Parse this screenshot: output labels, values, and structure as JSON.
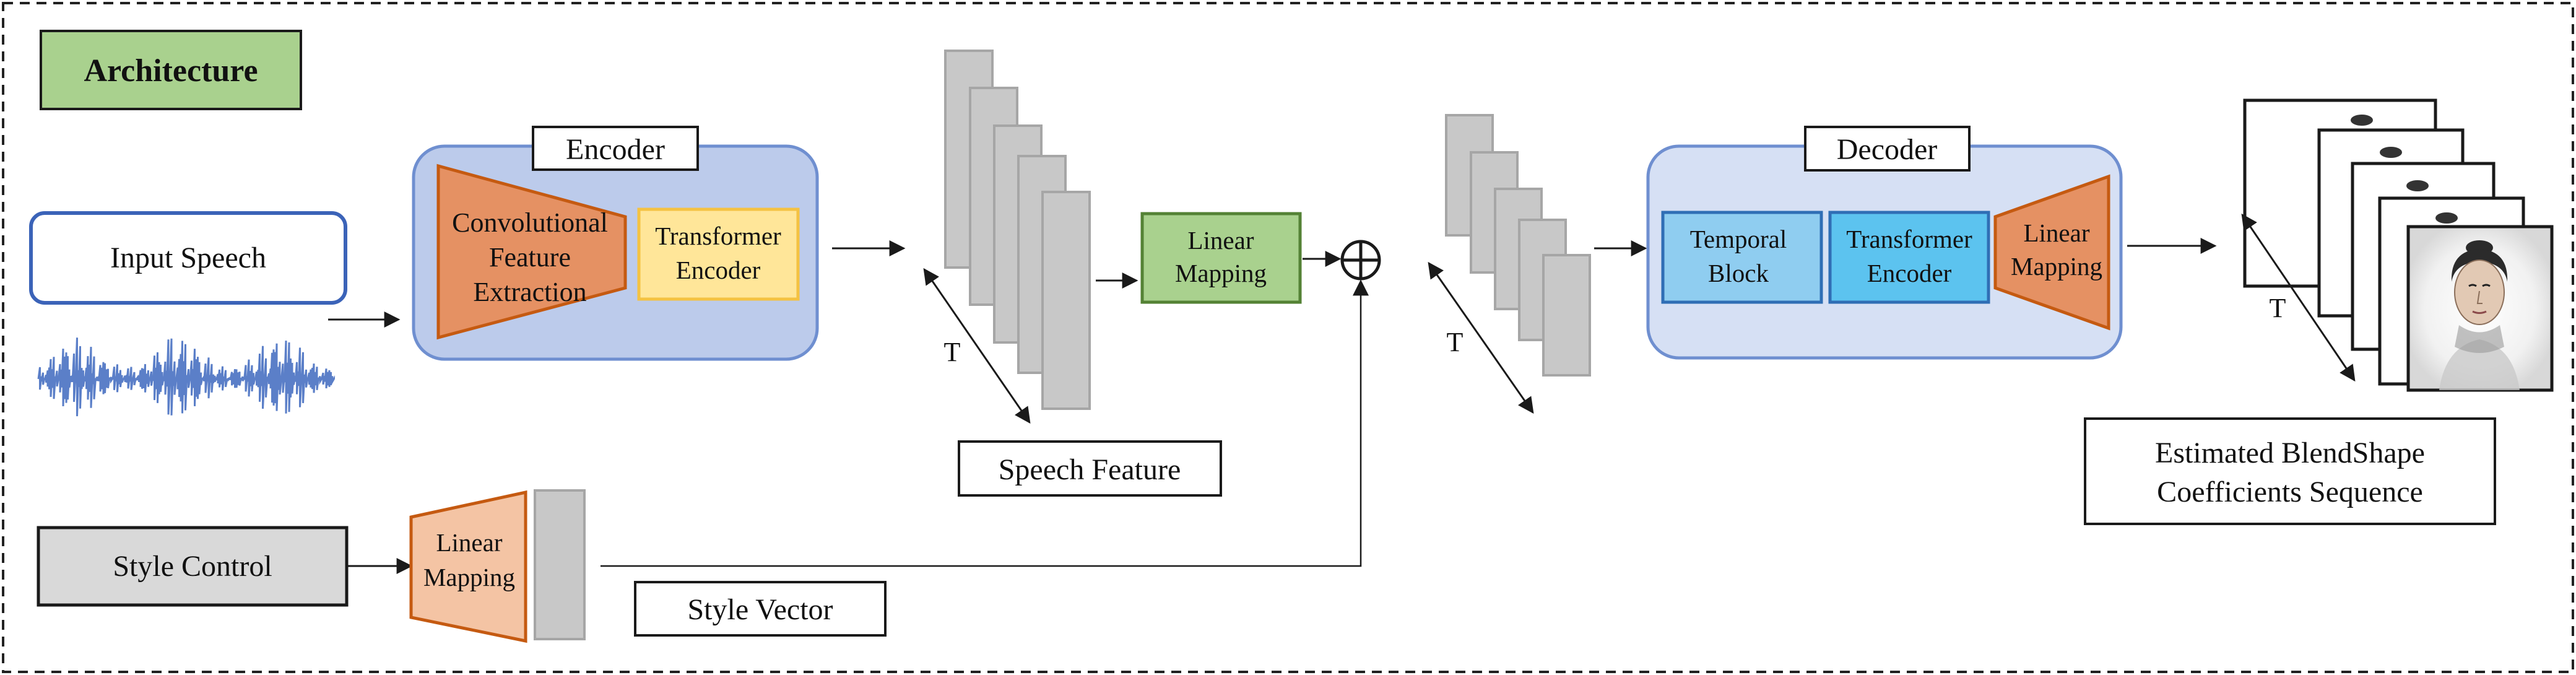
{
  "title": "Architecture",
  "input_speech": "Input Speech",
  "style_control": "Style Control",
  "encoder": {
    "label": "Encoder",
    "conv_lines": [
      "Convolutional",
      "Feature",
      "Extraction"
    ],
    "transformer_lines": [
      "Transformer",
      "Encoder"
    ]
  },
  "linear_mapping_lines": [
    "Linear",
    "Mapping"
  ],
  "speech_feature": "Speech Feature",
  "style_vector": "Style Vector",
  "time_label": "T",
  "decoder": {
    "label": "Decoder",
    "temporal_lines": [
      "Temporal",
      "Block"
    ],
    "transformer_lines": [
      "Transformer",
      "Encoder"
    ],
    "linear_lines": [
      "Linear",
      "Mapping"
    ]
  },
  "output_lines": [
    "Estimated BlendShape",
    "Coefficients Sequence"
  ],
  "colors": {
    "title_bg": "#a9d18e",
    "encoder_bg": "#bccbeb",
    "encoder_border": "#6f8fd0",
    "conv_fill": "#e59163",
    "conv_border": "#c55a11",
    "transformer_fill": "#ffe699",
    "transformer_border": "#f4c242",
    "linear_fill": "#a9d18e",
    "linear_border": "#548235",
    "feature_fill": "#c8c8c8",
    "feature_border": "#a6a6a6",
    "style_fill": "#d9d9d9",
    "style_linear_fill": "#f4c4a4",
    "decoder_bg": "#d6e0f4",
    "temporal_fill": "#8fcdf0",
    "temporal_border": "#2f6eb5",
    "decoder_transformer_fill": "#5cc3ef",
    "input_border": "#3b63b8",
    "waveform": "#5b7fc8"
  },
  "icons": {
    "sum": "circled-plus-icon",
    "waveform": "audio-waveform-icon",
    "face": "face-portrait-icon"
  }
}
